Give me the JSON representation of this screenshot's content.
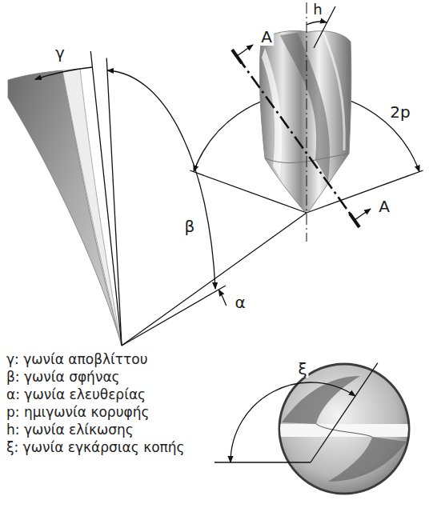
{
  "diagram": {
    "labels": [
      "A",
      "h",
      "2p",
      "A",
      "γ",
      "β",
      "α",
      "ξ",
      "γ: γωνία αποβλίττου",
      "β: γωνία σφήνας",
      "α: γωνία ελευθερίας",
      "p: ημιγωνία κορυφής",
      "h: γωνία ελίκωσης",
      "ξ: γωνία εγκάρσιας κοπής"
    ]
  }
}
